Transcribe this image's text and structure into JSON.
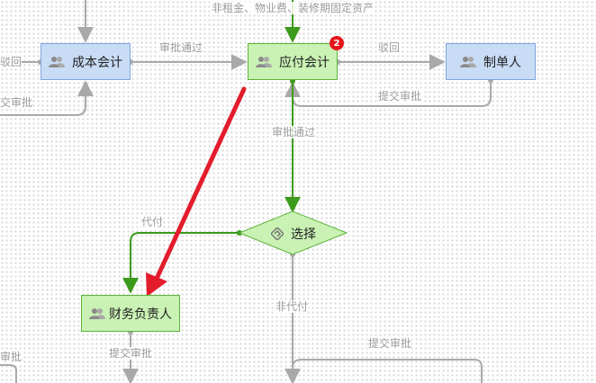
{
  "nodes": {
    "cost_accountant": "成本会计",
    "payable_accountant": "应付会计",
    "preparer": "制单人",
    "choice": "选择",
    "finance_manager": "财务负责人"
  },
  "badge": {
    "payable_accountant_count": "2"
  },
  "edge_labels": {
    "top_condition": "非租金、物业费、装修期固定资产",
    "left_reject_partial": "驳回",
    "approve_cost_to_payable": "审批通过",
    "reject_payable_to_preparer": "驳回",
    "left_submit_partial": "交审批",
    "submit_preparer_to_payable": "提交审批",
    "approve_payable_to_choice": "审批通过",
    "agency_payment": "代付",
    "non_agency_payment": "非代付",
    "submit_finance_down": "提交审批",
    "bottom_left_partial": "审批",
    "submit_bottom_right": "提交审批"
  },
  "colors": {
    "blue_node_fill": "#c9dcf6",
    "green_node_fill": "#c9f2b4",
    "gray_connector": "#a9a9a9",
    "green_connector": "#3c9b1c",
    "annotation_arrow": "#e31c2c",
    "badge": "#e8141b"
  },
  "icons": {
    "user_group": "users-icon",
    "decision": "gateway-icon"
  }
}
